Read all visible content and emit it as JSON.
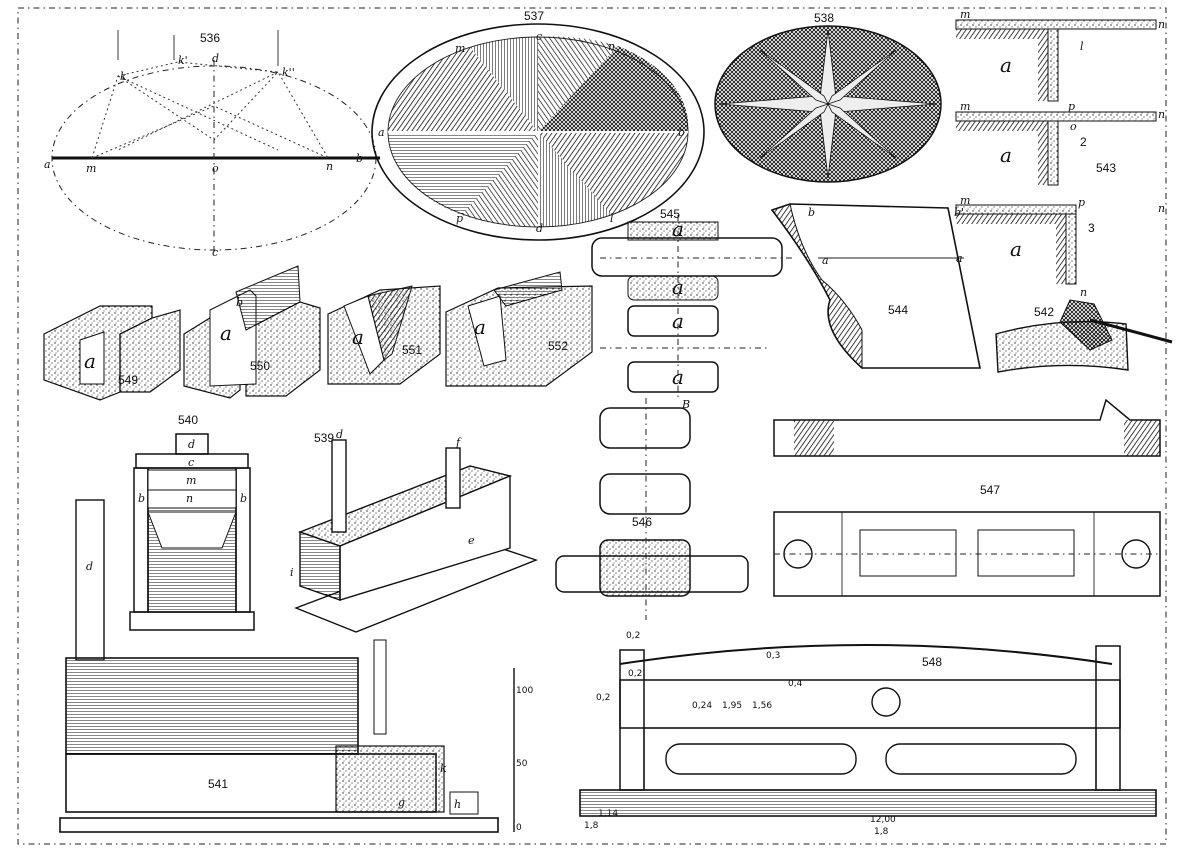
{
  "figures": {
    "f536": {
      "number": "536",
      "letters": [
        "k",
        "k'",
        "d",
        "k''",
        "a",
        "m",
        "o",
        "n",
        "b",
        "c"
      ]
    },
    "f537": {
      "number": "537",
      "letters": [
        "m",
        "c",
        "n",
        "a",
        "b",
        "p",
        "d",
        "l"
      ]
    },
    "f538": {
      "number": "538"
    },
    "f543": {
      "number": "543",
      "letters": [
        "m",
        "n",
        "l",
        "a",
        "m",
        "p",
        "n",
        "o",
        "2",
        "a",
        "m",
        "p",
        "n",
        "3",
        "a",
        "n"
      ]
    },
    "f545": {
      "number": "545",
      "letters": [
        "a",
        "a",
        "a",
        "a"
      ]
    },
    "f544": {
      "number": "544",
      "letters": [
        "b",
        "b'",
        "a",
        "a"
      ]
    },
    "f542": {
      "number": "542"
    },
    "f549": {
      "number": "549",
      "letters": [
        "a"
      ]
    },
    "f550": {
      "number": "550",
      "letters": [
        "a",
        "b"
      ]
    },
    "f551": {
      "number": "551",
      "letters": [
        "a"
      ]
    },
    "f552": {
      "number": "552",
      "letters": [
        "a"
      ]
    },
    "f540": {
      "number": "540",
      "letters": [
        "d",
        "c",
        "m",
        "n",
        "b",
        "b"
      ]
    },
    "f539": {
      "number": "539",
      "letters": [
        "d",
        "f",
        "e",
        "i"
      ]
    },
    "f546": {
      "number": "546",
      "letters": [
        "B"
      ]
    },
    "f547": {
      "number": "547"
    },
    "f541": {
      "number": "541",
      "letters": [
        "d",
        "k",
        "h",
        "g"
      ],
      "scale": [
        "100",
        "50",
        "0"
      ]
    },
    "f548": {
      "number": "548",
      "dims": [
        "0,2",
        "0,2",
        "0,3",
        "0,24",
        "1,95",
        "1,56",
        "0,4",
        "0,2",
        "12,00",
        "1,8",
        "1,14",
        "1,8"
      ]
    }
  }
}
